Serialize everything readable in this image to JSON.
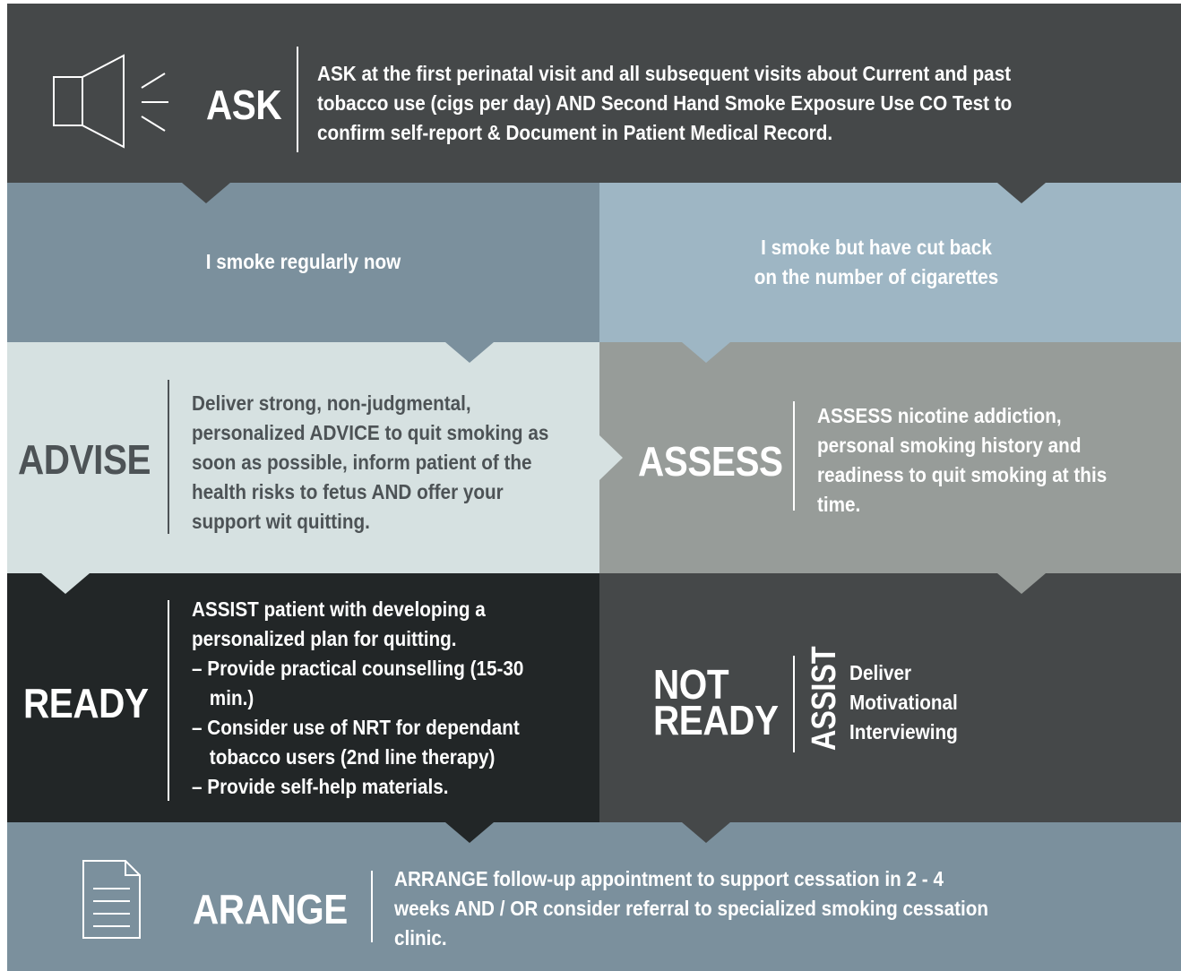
{
  "ask": {
    "heading": "ASK",
    "text": "ASK at the first perinatal visit and all subsequent visits about Current and past tobacco use (cigs per day) AND Second Hand Smoke Exposure Use CO Test to confirm self-report & Document in Patient Medical Record.",
    "icon": "megaphone-icon"
  },
  "responses": {
    "left": "I smoke regularly now",
    "right_line1": "I smoke but have cut back",
    "right_line2": "on the number of cigarettes"
  },
  "advise": {
    "heading": "ADVISE",
    "text": "Deliver strong, non-judgmental, personalized ADVICE to quit smoking as soon as possible, inform patient of the health risks to fetus AND offer your support wit quitting."
  },
  "assess": {
    "heading": "ASSESS",
    "text": "ASSESS nicotine addiction, personal smoking history and readiness to quit smoking at this time."
  },
  "ready": {
    "heading": "READY",
    "intro": "ASSIST patient with developing a personalized plan for quitting.",
    "items": [
      "– Provide practical counselling (15-30 min.)",
      "– Consider use of NRT for dependant tobacco users (2nd line therapy)",
      "– Provide self-help materials."
    ]
  },
  "not_ready": {
    "heading_line1": "NOT",
    "heading_line2": "READY",
    "vertical_label": "ASSIST",
    "line1": "Deliver",
    "line2": "Motivational",
    "line3": "Interviewing"
  },
  "arrange": {
    "heading": "ARANGE",
    "text": "ARRANGE follow-up appointment to support cessation in 2 - 4 weeks AND / OR consider referral to specialized smoking cessation clinic.",
    "icon": "document-icon"
  },
  "colors": {
    "ask_bg": "#454849",
    "response_left_bg": "#7b909d",
    "response_right_bg": "#9eb6c4",
    "advise_bg": "#d6e1e1",
    "assess_bg": "#979c99",
    "ready_bg": "#222627",
    "not_ready_bg": "#454849",
    "arrange_bg": "#7b909d"
  }
}
